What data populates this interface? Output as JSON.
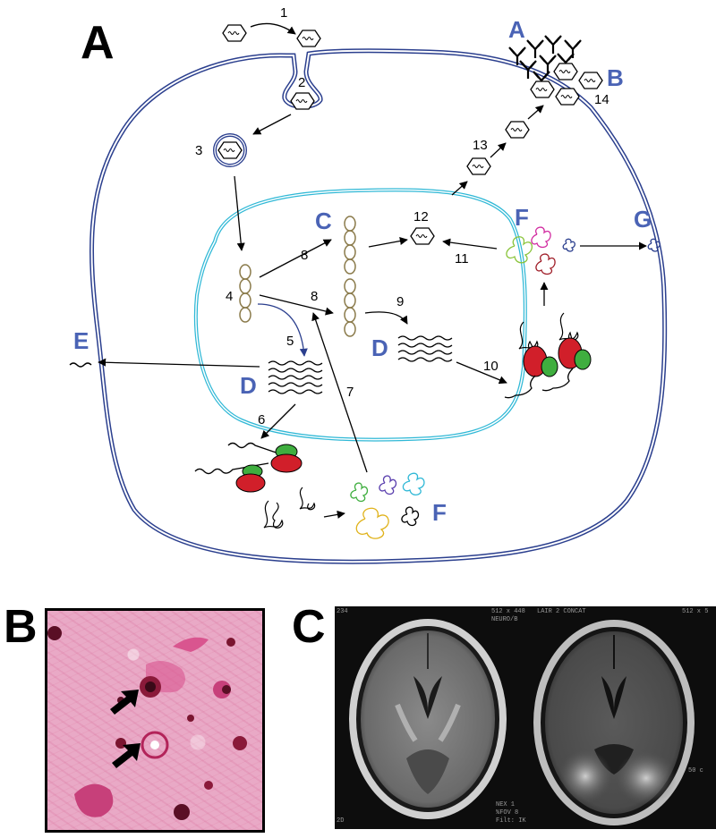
{
  "panels": {
    "a_letter": "A",
    "b_letter": "B",
    "c_letter": "C"
  },
  "diagram": {
    "labels": {
      "antibodies": "A",
      "virions_out": "B",
      "genome_c": "C",
      "mrna_d1": "D",
      "mrna_d2": "D",
      "rna_e": "E",
      "proteins_f1": "F",
      "proteins_f2": "F",
      "protein_g": "G"
    },
    "steps": [
      "1",
      "2",
      "3",
      "4",
      "5",
      "6",
      "7",
      "8",
      "8",
      "9",
      "10",
      "11",
      "12",
      "13",
      "14"
    ]
  },
  "mri": {
    "left_topleft": "234",
    "left_topright": "512 x 448",
    "left_sub": "NEURO/B",
    "right_header": "LAIR 2 CONCAT",
    "right_topright": "512 x 5",
    "left_bottom_info": "2D",
    "right_bottom_info1": "NEX 1",
    "right_bottom_info2": "%FOV 8",
    "right_bottom_info3": "Filt: IK",
    "right_scale": "50 c"
  },
  "colors": {
    "label_blue": "#4a63b5",
    "cell_membrane": "#2b3f8e",
    "nuclear_membrane": "#2fb8d6",
    "genome_segments": "#8a7a4a",
    "ribosome_red": "#d11f2a",
    "ribosome_green": "#3fae3f",
    "histology_pink": "#e9a9c6"
  }
}
